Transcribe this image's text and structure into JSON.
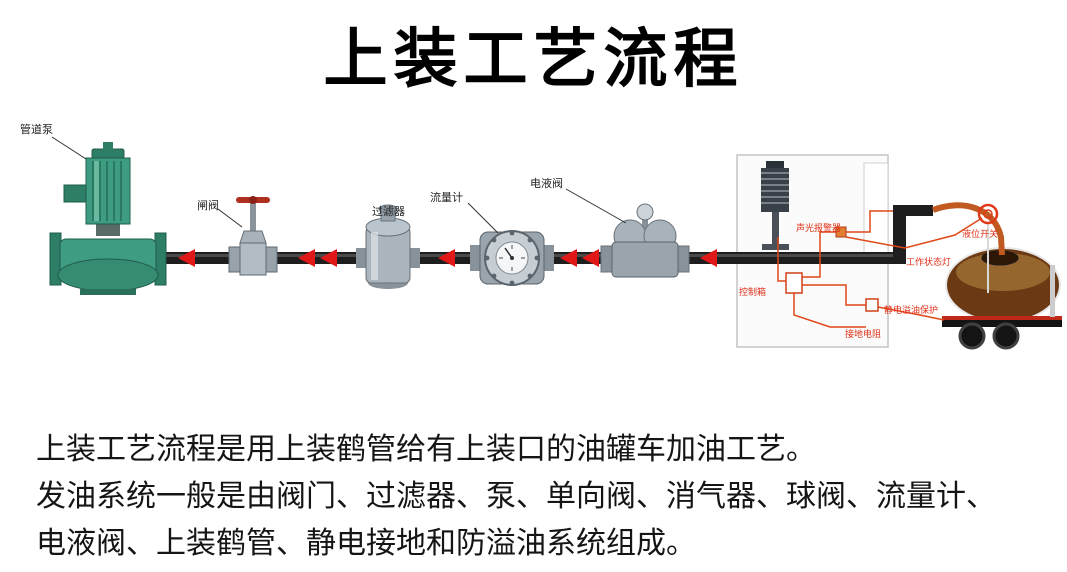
{
  "title": "上装工艺流程",
  "diagram": {
    "labels": {
      "pump": "管道泵",
      "gate_valve": "闸阀",
      "filter": "过滤器",
      "flow_meter": "流量计",
      "electro_valve": "电液阀",
      "alarm": "声光报警器",
      "level_switch": "液位开关",
      "status_light": "工作状态灯",
      "control_box": "控制箱",
      "static_protection": "静电溢油保护",
      "grounding": "接地电阻"
    },
    "colors": {
      "pump_green": "#3e9c82",
      "pipe_black": "#1e1e1e",
      "arrow_red": "#e01818",
      "wire_orange": "#e04818",
      "tank_brown": "#6b3a14",
      "metal_gray": "#9aa4ac"
    }
  },
  "description": {
    "line1": "上装工艺流程是用上装鹤管给有上装口的油罐车加油工艺。",
    "line2": "发油系统一般是由阀门、过滤器、泵、单向阀、消气器、球阀、流量计、",
    "line3": "电液阀、上装鹤管、静电接地和防溢油系统组成。"
  }
}
